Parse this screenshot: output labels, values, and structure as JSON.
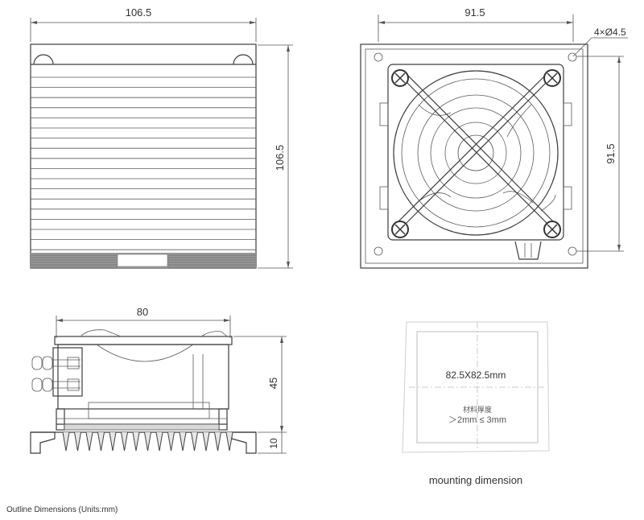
{
  "dimensions": {
    "front_width": "106.5",
    "front_height": "106.5",
    "rear_width": "91.5",
    "rear_height": "91.5",
    "holes": "4×Ø4.5",
    "side_width": "80",
    "side_height": "45",
    "fin_height": "10"
  },
  "cutout": {
    "size": "82.5X82.5mm",
    "material_label": "材料厚度",
    "thickness": "＞2mm ≤ 3mm"
  },
  "captions": {
    "mounting": "mounting dimension",
    "outline": "Outline Dimensions (Units:mm)"
  }
}
